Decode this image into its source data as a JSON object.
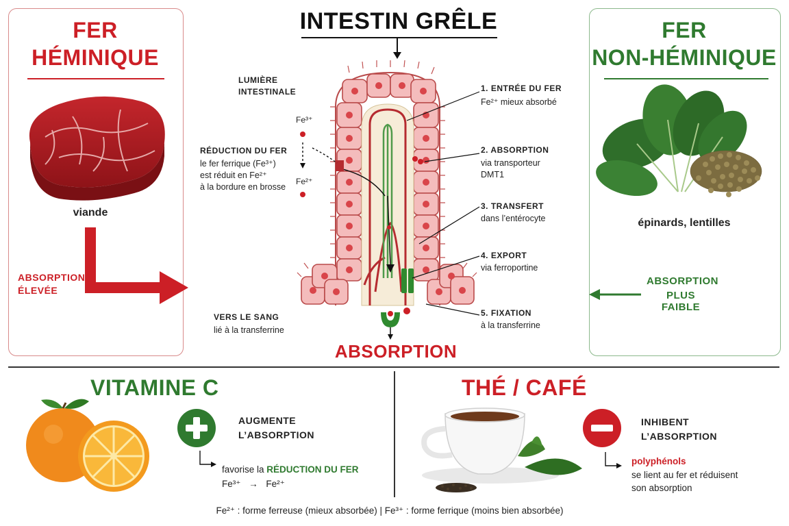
{
  "heme": {
    "title_line1": "FER",
    "title_line2": "HÉMINIQUE",
    "food_label": "viande",
    "absorption_line1": "ABSORPTION",
    "absorption_line2": "ÉLEVÉE"
  },
  "nonheme": {
    "title_line1": "FER",
    "title_line2": "NON-HÉMINIQUE",
    "food_label": "épinards, lentilles",
    "absorption_line1": "ABSORPTION",
    "absorption_line2": "PLUS FAIBLE"
  },
  "center": {
    "title": "INTESTIN GRÊLE",
    "lumen_line1": "LUMIÈRE",
    "lumen_line2": "INTESTINALE",
    "fe3": "Fe³⁺",
    "fe2": "Fe²⁺",
    "reduction_title": "RÉDUCTION DU FER",
    "reduction_line1": "le fer ferrique (Fe³⁺)",
    "reduction_line2": "est réduit en Fe²⁺",
    "reduction_line3": "à la bordure en brosse",
    "blood_title": "VERS LE SANG",
    "blood_sub": "lié à la transferrine",
    "absorption": "ABSORPTION",
    "steps": [
      {
        "title": "1. ENTRÉE DU FER",
        "sub": "Fe²⁺  mieux absorbé"
      },
      {
        "title": "2. ABSORPTION",
        "sub": "via transporteur",
        "sub2": "DMT1"
      },
      {
        "title": "3. TRANSFERT",
        "sub": "dans l’entérocyte"
      },
      {
        "title": "4. EXPORT",
        "sub": "via ferroportine"
      },
      {
        "title": "5. FIXATION",
        "sub": "à la transferrine"
      }
    ]
  },
  "vitc": {
    "title": "VITAMINE C",
    "effect_line1": "AUGMENTE",
    "effect_line2": "L’ABSORPTION",
    "detail_prefix": "favorise la ",
    "detail_highlight": "RÉDUCTION DU FER",
    "eq_from": "Fe³⁺",
    "eq_arrow": "→",
    "eq_to": "Fe²⁺"
  },
  "tea": {
    "title": "THÉ / CAFÉ",
    "effect_line1": "INHIBENT",
    "effect_line2": "L’ABSORPTION",
    "detail_highlight": "polyphénols",
    "detail_line1": "se lient au fer et réduisent",
    "detail_line2": "son absorption"
  },
  "footer": "Fe²⁺ : forme ferreuse (mieux absorbée) | Fe³⁺ : forme ferrique (moins bien absorbée)",
  "colors": {
    "red": "#cc1f26",
    "green": "#2f7a2f",
    "cell": "#f2b3b3",
    "nucleus": "#d9454a"
  }
}
